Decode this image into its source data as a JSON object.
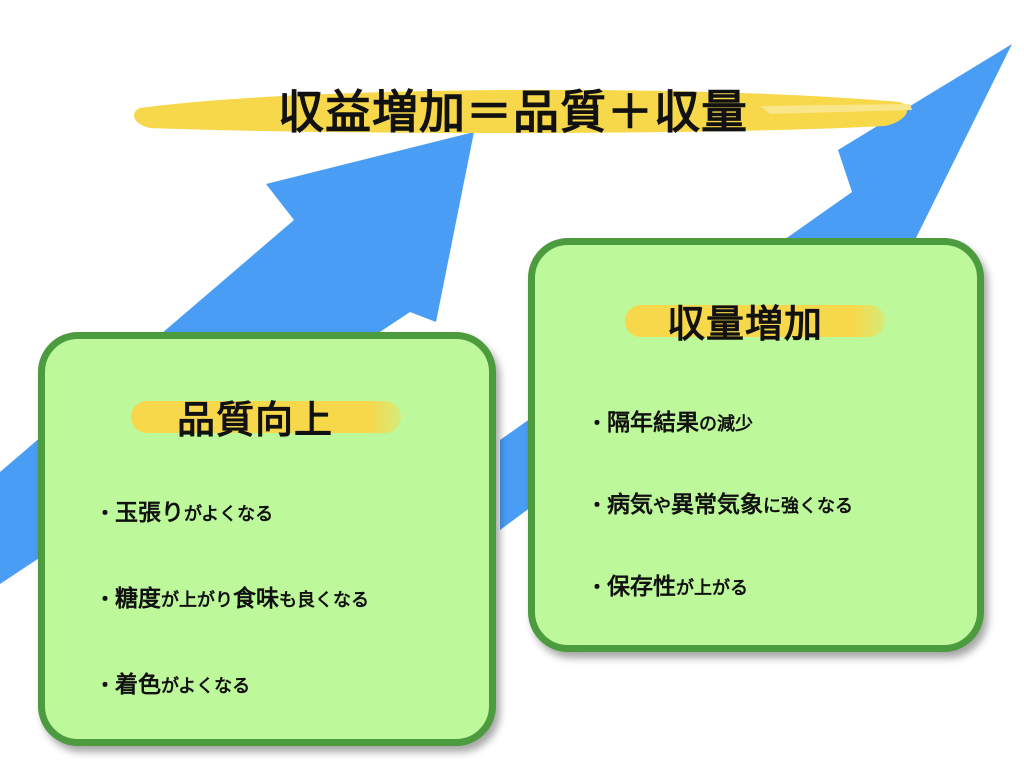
{
  "colors": {
    "arrow": "#4a9df5",
    "highlight": "#f6d84a",
    "box_fill": "#bdf89b",
    "box_border": "#4c9b3e"
  },
  "title": "収益増加＝品質＋収量",
  "quality": {
    "heading": "品質向上",
    "items": [
      {
        "bullet": "・",
        "main": "玉張り",
        "rest": "がよくなる"
      },
      {
        "bullet": "・",
        "main": "糖度",
        "mid": "が上がり",
        "main2": "食味",
        "rest": "も良くなる"
      },
      {
        "bullet": "・",
        "main": "着色",
        "rest": "がよくなる"
      }
    ]
  },
  "yield": {
    "heading": "収量増加",
    "items": [
      {
        "bullet": "・",
        "main": "隔年結果",
        "rest": "の減少"
      },
      {
        "bullet": "・",
        "main": "病気",
        "mid": "や",
        "main2": "異常気象",
        "rest": "に強くなる"
      },
      {
        "bullet": "・",
        "main": "保存性",
        "rest": "が上がる"
      }
    ]
  }
}
